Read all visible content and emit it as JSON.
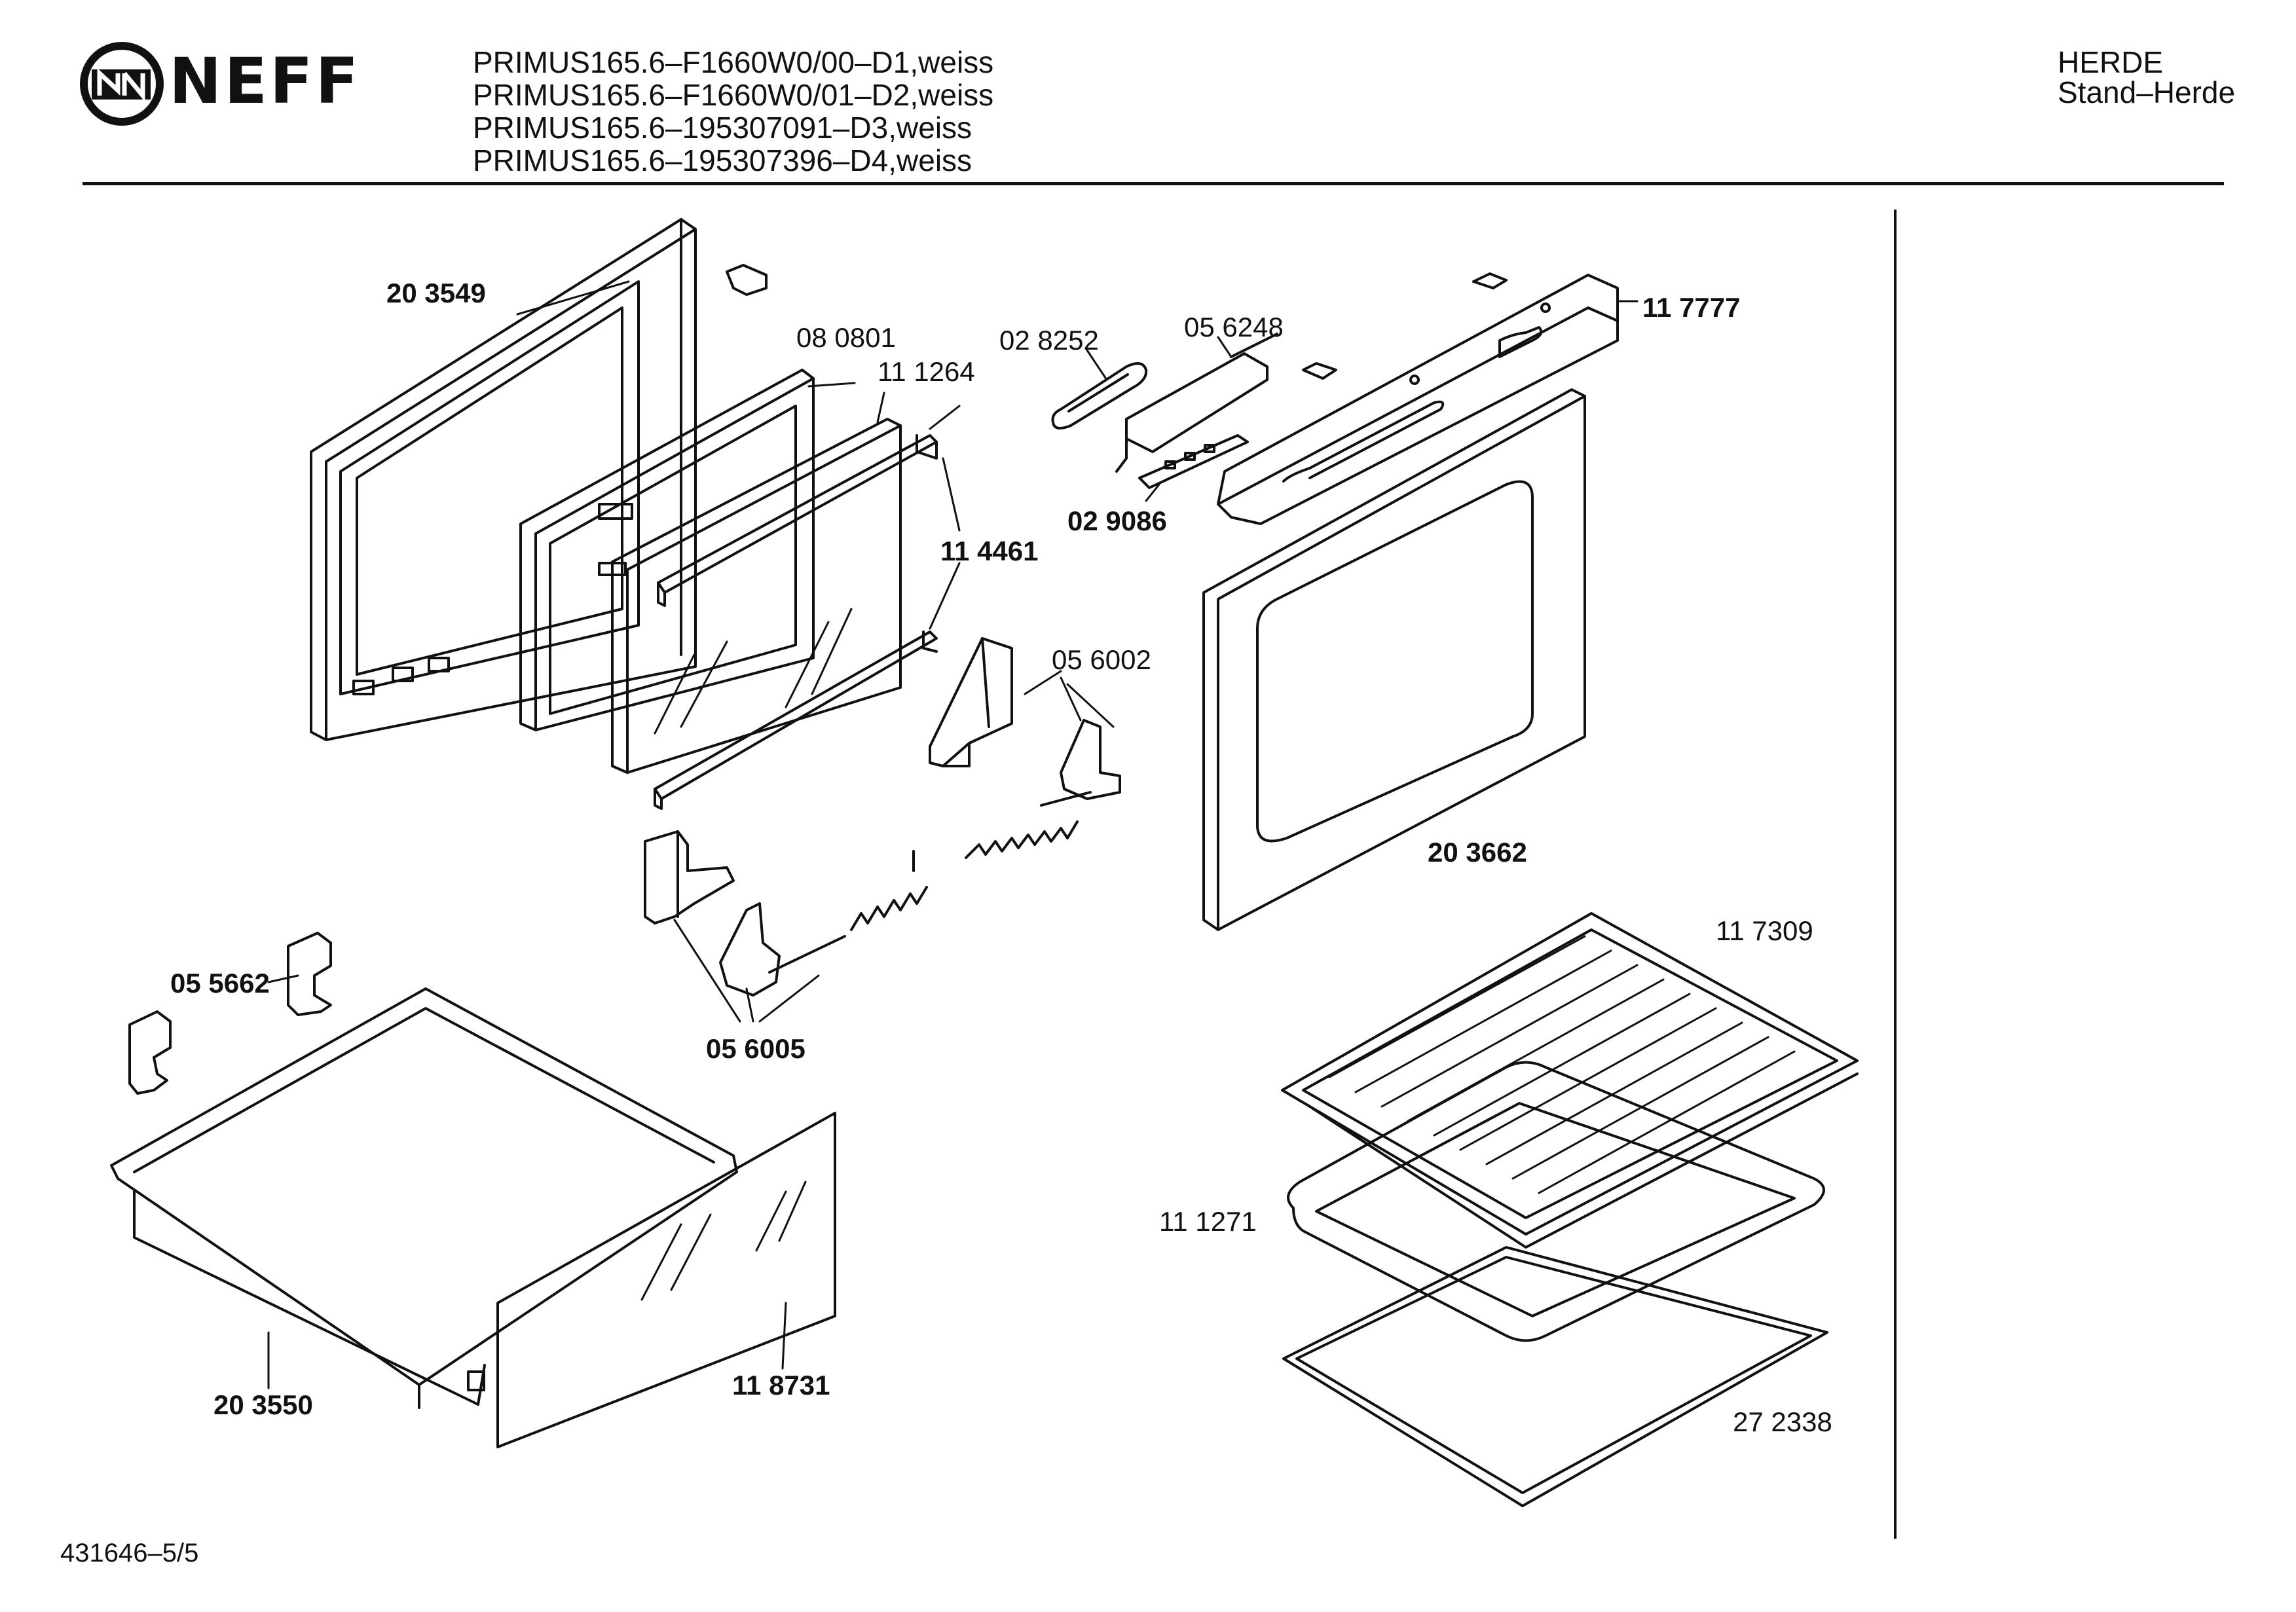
{
  "header": {
    "brand": "NEFF",
    "models": [
      "PRIMUS165.6–F1660W0/00–D1,weiss",
      "PRIMUS165.6–F1660W0/01–D2,weiss",
      "PRIMUS165.6–195307091–D3,weiss",
      "PRIMUS165.6–195307396–D4,weiss"
    ],
    "category": "HERDE",
    "subcategory": "Stand–Herde"
  },
  "footer": {
    "document_number": "431646–5/5"
  },
  "parts": [
    {
      "id": "p-203549",
      "label": "20 3549"
    },
    {
      "id": "p-080801",
      "label": "08 0801"
    },
    {
      "id": "p-111264",
      "label": "11 1264"
    },
    {
      "id": "p-028252",
      "label": "02 8252"
    },
    {
      "id": "p-056248",
      "label": "05 6248"
    },
    {
      "id": "p-117777",
      "label": "11 7777"
    },
    {
      "id": "p-029086",
      "label": "02 9086"
    },
    {
      "id": "p-114461",
      "label": "11 4461"
    },
    {
      "id": "p-056002",
      "label": "05 6002"
    },
    {
      "id": "p-203662",
      "label": "20 3662"
    },
    {
      "id": "p-055662",
      "label": "05 5662"
    },
    {
      "id": "p-056005",
      "label": "05 6005"
    },
    {
      "id": "p-117309",
      "label": "11 7309"
    },
    {
      "id": "p-111271",
      "label": "11 1271"
    },
    {
      "id": "p-203550",
      "label": "20 3550"
    },
    {
      "id": "p-118731",
      "label": "11 8731"
    },
    {
      "id": "p-272338",
      "label": "27 2338"
    }
  ]
}
